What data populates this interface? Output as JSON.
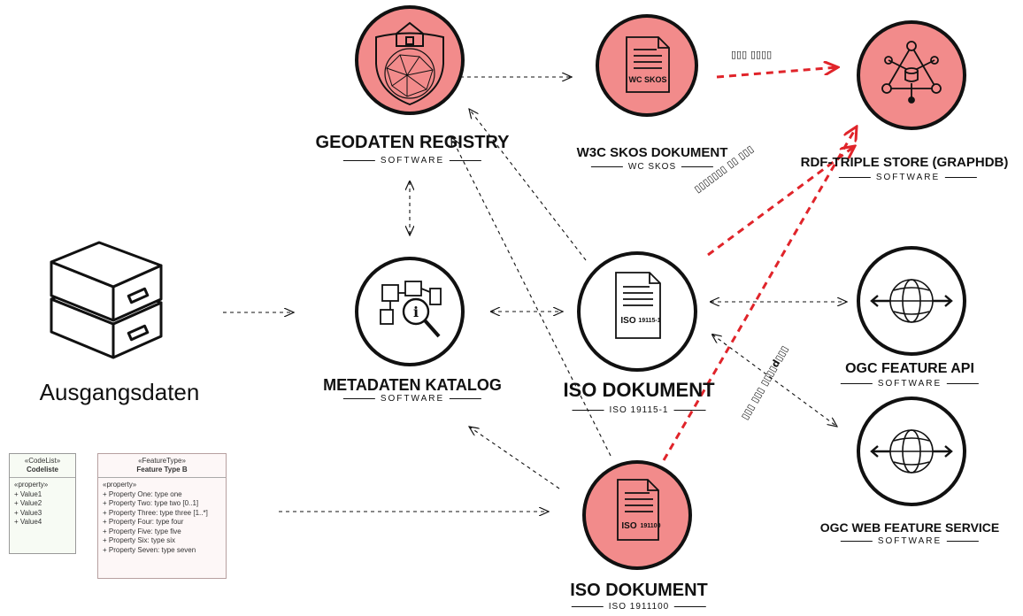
{
  "nodes": {
    "geodaten_registry": {
      "title": "GEODATEN REGISTRY",
      "subtitle": "SOFTWARE"
    },
    "w3c_skos": {
      "title": "W3C SKOS DOKUMENT",
      "subtitle": "WC SKOS",
      "icon_text": "WC SKOS"
    },
    "rdf_store": {
      "title": "RDF-TRIPLE STORE (GRAPHDB)",
      "subtitle": "SOFTWARE"
    },
    "metadaten_katalog": {
      "title": "METADATEN KATALOG",
      "subtitle": "SOFTWARE"
    },
    "iso_19115": {
      "title": "ISO DOKUMENT",
      "subtitle": "ISO 19115-1",
      "icon_text": "19115-1"
    },
    "ogc_feature_api": {
      "title": "OGC FEATURE API",
      "subtitle": "SOFTWARE"
    },
    "ogc_wfs": {
      "title": "OGC WEB FEATURE SERVICE",
      "subtitle": "SOFTWARE"
    },
    "iso_191100": {
      "title": "ISO DOKUMENT",
      "subtitle": "ISO 1911100",
      "icon_text": "191100"
    },
    "ausgangsdaten": {
      "title": "Ausgangsdaten"
    }
  },
  "uml": {
    "codelist": {
      "stereotype": "«CodeList»",
      "name": "Codeliste",
      "section": "«property»",
      "items": [
        "+   Value1",
        "+   Value2",
        "+   Value3",
        "+   Value4"
      ]
    },
    "featuretype": {
      "stereotype": "«FeatureType»",
      "name": "Feature Type B",
      "section": "«property»",
      "items": [
        "+   Property One: type one",
        "+   Property Two: type two [0..1]",
        "+   Property Three: type three [1..*]",
        "+   Property Four: type four",
        "+   Property Five: type five",
        "+   Property Six: type six",
        "+   Property Seven: type seven"
      ]
    }
  },
  "edge_labels": {
    "skos_to_rdf": "▯▯▯ ▯▯▯▯",
    "iso19115_to_rdf": "▯▯▯▯▯▯▯ ▯▯ ▯▯▯",
    "iso191100_to_rdf": "▯▯▯ ▯▯▯ ▯▯▯▯d▯▯▯"
  },
  "colors": {
    "highlight": "#f28b8b",
    "arrow_red": "#e0242a",
    "stroke": "#111111"
  }
}
